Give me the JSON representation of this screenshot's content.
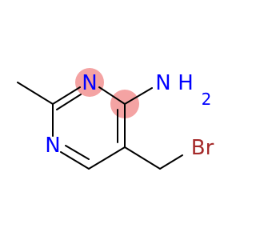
{
  "molecule": {
    "atoms": {
      "n_upper": "N",
      "n_lower": "N",
      "amine_n": "N",
      "amine_h": "H",
      "amine_sub": "2",
      "bromine": "Br"
    },
    "colors": {
      "bond": "#000000",
      "nitrogen": "#0000ff",
      "bromine": "#a52a2a",
      "highlight": "#f4a3a3"
    }
  }
}
